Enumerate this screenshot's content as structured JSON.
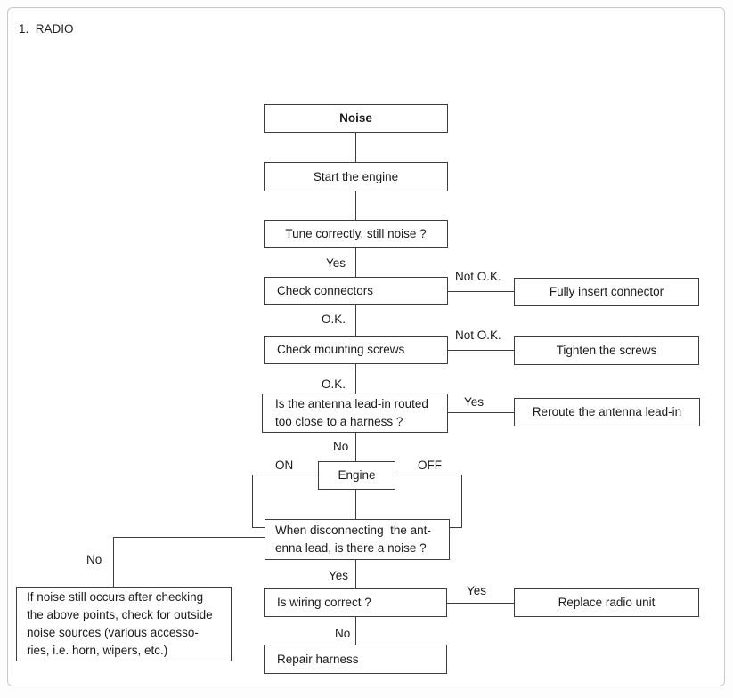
{
  "title": "1.  RADIO",
  "nodes": {
    "noise": {
      "text": "Noise"
    },
    "start_engine": {
      "text": "Start the engine"
    },
    "tune": {
      "text": "Tune correctly, still noise ?"
    },
    "check_connectors": {
      "text": "Check connectors"
    },
    "fully_insert": {
      "text": "Fully insert connector"
    },
    "check_screws": {
      "text": "Check mounting screws"
    },
    "tighten_screws": {
      "text": "Tighten the screws"
    },
    "antenna": {
      "lines": [
        "Is the antenna lead-in routed",
        "too close to a harness ?"
      ]
    },
    "reroute": {
      "text": "Reroute the antenna lead-in"
    },
    "engine": {
      "text": "Engine"
    },
    "disconnect": {
      "lines": [
        "When disconnecting  the ant-",
        "enna lead, is there a noise ?"
      ]
    },
    "wiring": {
      "text": "Is wiring correct ?"
    },
    "replace_radio": {
      "text": "Replace radio unit"
    },
    "repair_harness": {
      "text": "Repair harness"
    },
    "outside_noise": {
      "lines": [
        "If noise still occurs after checking",
        "the above points, check for outside",
        "noise sources (various accesso-",
        "ries, i.e. horn, wipers, etc.)"
      ]
    }
  },
  "labels": {
    "tune_yes": "Yes",
    "conn_ok": "O.K.",
    "conn_not_ok": "Not O.K.",
    "screws_ok": "O.K.",
    "screws_not_ok": "Not O.K.",
    "antenna_yes": "Yes",
    "antenna_no": "No",
    "engine_on": "ON",
    "engine_off": "OFF",
    "disconnect_yes": "Yes",
    "disconnect_no": "No",
    "wiring_yes": "Yes",
    "wiring_no": "No"
  },
  "colors": {
    "line": "#3d3d3d",
    "text": "#1a1a1a",
    "page_border": "#c9c9c9",
    "background": "#ffffff"
  }
}
